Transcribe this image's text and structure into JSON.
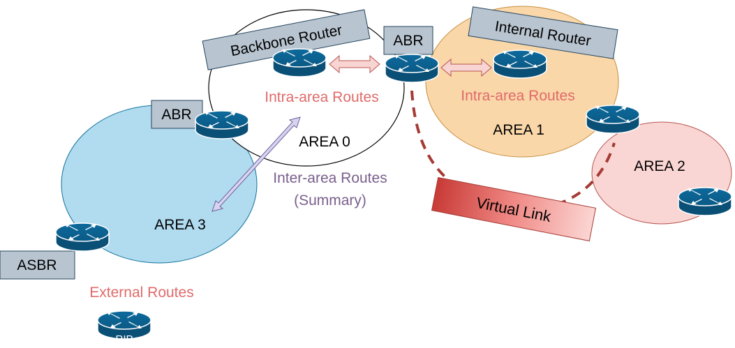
{
  "areas": {
    "area0": "AREA 0",
    "area1": "AREA 1",
    "area2": "AREA 2",
    "area3": "AREA 3"
  },
  "boxes": {
    "backbone_router": "Backbone Router",
    "internal_router": "Internal Router",
    "abr_center": "ABR",
    "abr_left": "ABR",
    "asbr": "ASBR",
    "virtual_link": "Virtual Link"
  },
  "routes": {
    "intra_area0": "Intra-area Routes",
    "intra_area1": "Intra-area Routes",
    "inter_area_line1": "Inter-area Routes",
    "inter_area_line2": "(Summary)",
    "external": "External Routes"
  },
  "router_badges": {
    "rip": "RIP"
  },
  "colors": {
    "area0_fill": "#ffffff",
    "area1_fill": "#f9d7a9",
    "area2_fill": "#f9d6d4",
    "area3_fill": "#b1dbef",
    "label_box": "#b8c4d0",
    "router": "#0a5a86",
    "route_text": "#e06a6a",
    "inter_text": "#7a5f8c",
    "virtual_link_line": "#a43b34",
    "virtual_link_box": "#e65c5c"
  }
}
